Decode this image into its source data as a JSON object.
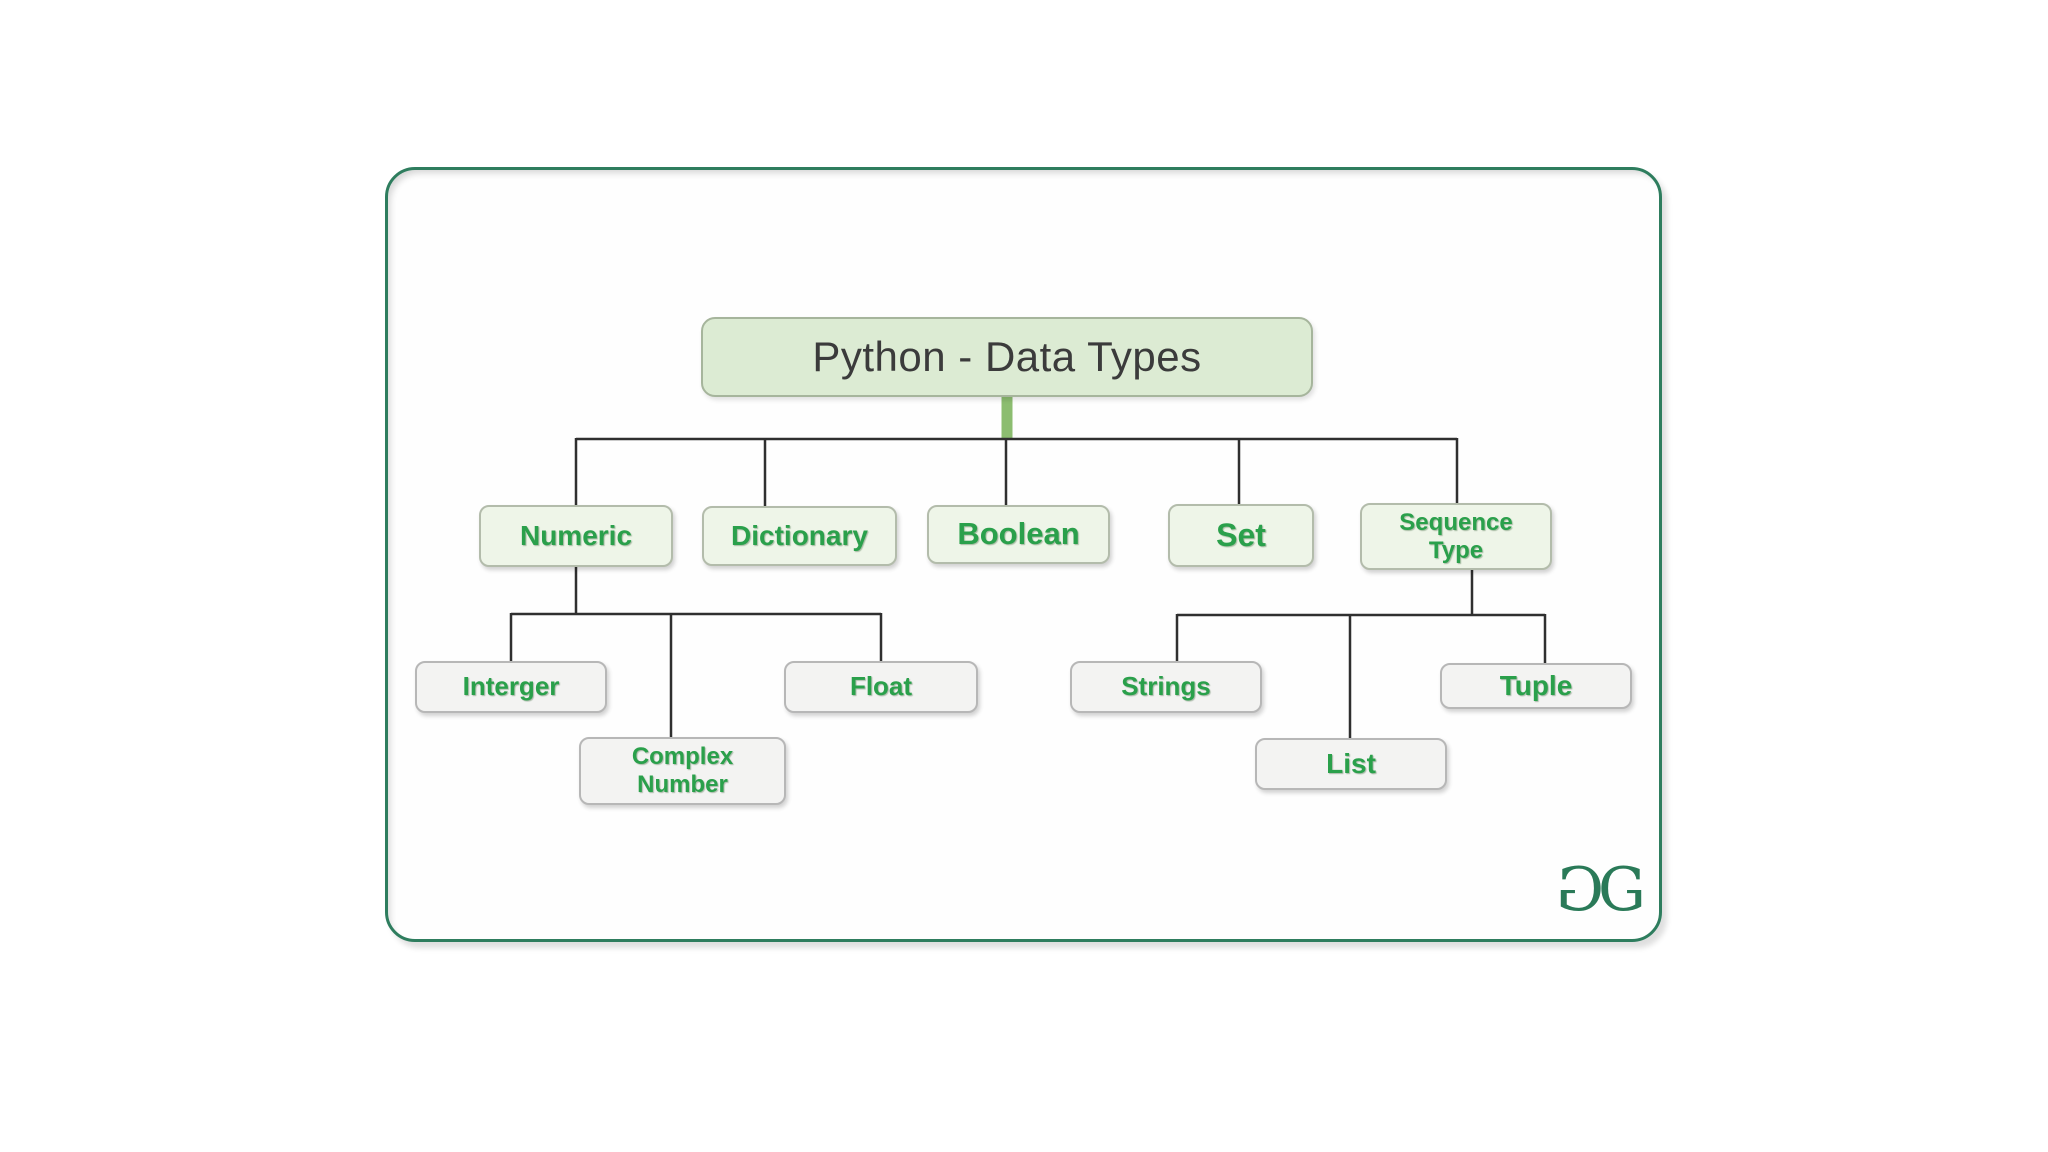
{
  "diagram": {
    "root": {
      "label": "Python - Data Types"
    },
    "level2": [
      {
        "id": "numeric",
        "label": "Numeric"
      },
      {
        "id": "dictionary",
        "label": "Dictionary"
      },
      {
        "id": "boolean",
        "label": "Boolean"
      },
      {
        "id": "set",
        "label": "Set"
      },
      {
        "id": "sequence-type",
        "label": "Sequence Type"
      }
    ],
    "level3": [
      {
        "id": "interger",
        "label": "Interger",
        "parent": "Numeric"
      },
      {
        "id": "complex-number",
        "label": "Complex Number",
        "parent": "Numeric"
      },
      {
        "id": "float",
        "label": "Float",
        "parent": "Numeric"
      },
      {
        "id": "strings",
        "label": "Strings",
        "parent": "Sequence Type"
      },
      {
        "id": "list",
        "label": "List",
        "parent": "Sequence Type"
      },
      {
        "id": "tuple",
        "label": "Tuple",
        "parent": "Sequence Type"
      }
    ],
    "logo": {
      "left_glyph": "G",
      "right_glyph": "G"
    },
    "colors": {
      "frame_border": "#2e7d5e",
      "root_fill": "#dcebd3",
      "root_border": "#a6b59c",
      "root_text": "#3b3b3b",
      "branch_fill": "#eef5e8",
      "branch_border": "#b3bcab",
      "leaf_fill": "#f3f3f2",
      "leaf_border": "#b7b7b7",
      "label_green": "#2aa04b",
      "connector_dark": "#2f2f2f",
      "connector_green": "#8cbd70",
      "logo_green": "#2a7a58"
    }
  }
}
